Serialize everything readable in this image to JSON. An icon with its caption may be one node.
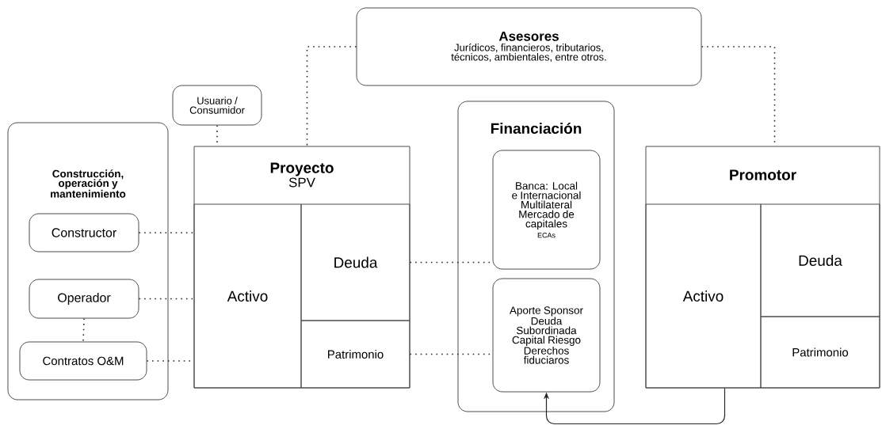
{
  "diagram": {
    "nodes": [
      {
        "text": [
          "Asesores",
          "Jurídicos, financieros, tributarios, técnicos, ambientales, entre otros."
        ]
      },
      {
        "text": [
          "Usuario / Consumidor"
        ]
      },
      {
        "text": [
          "Construcción, operación y mantenimiento"
        ]
      },
      {
        "text": [
          "Constructor"
        ],
        "in": 2
      },
      {
        "text": [
          "Operador"
        ],
        "in": 2
      },
      {
        "text": [
          "Contratos O&M"
        ],
        "in": 2
      },
      {
        "text": [
          "Proyecto",
          "SPV"
        ]
      },
      {
        "text": [
          "Activo"
        ],
        "in": 6
      },
      {
        "text": [
          "Deuda"
        ],
        "in": 6
      },
      {
        "text": [
          "Patrimonio"
        ],
        "in": 6
      },
      {
        "text": [
          "Financiación"
        ]
      },
      {
        "text": [
          "Banca: Local e Internacional Multilateral Mercado de capitales",
          "ECAs"
        ],
        "in": 10
      },
      {
        "text": [
          "Aporte Sponsor Deuda Subordinada Capital Riesgo Derechos fiduciaros"
        ],
        "in": 10
      },
      {
        "text": [
          "Promotor"
        ]
      },
      {
        "text": [
          "Activo"
        ],
        "in": 13
      },
      {
        "text": [
          "Deuda"
        ],
        "in": 13
      },
      {
        "text": [
          "Patrimonio"
        ],
        "in": 13
      }
    ],
    "edges": [
      {
        "from": 0,
        "to": 6,
        "arrow": "none",
        "style": "dashed"
      },
      {
        "from": 0,
        "to": 13,
        "arrow": "none",
        "style": "dashed"
      },
      {
        "from": 1,
        "to": 6,
        "arrow": "none",
        "style": "dashed"
      },
      {
        "from": 3,
        "to": 7,
        "arrow": "none",
        "style": "dashed"
      },
      {
        "from": 4,
        "to": 7,
        "arrow": "none",
        "style": "dashed"
      },
      {
        "from": 5,
        "to": 7,
        "arrow": "none",
        "style": "dashed"
      },
      {
        "from": 4,
        "to": 5,
        "arrow": "none",
        "style": "dashed"
      },
      {
        "from": 8,
        "to": 11,
        "arrow": "none",
        "style": "dashed"
      },
      {
        "from": 9,
        "to": 12,
        "arrow": "none",
        "style": "dashed"
      },
      {
        "from": 13,
        "to": 12,
        "arrow": "to"
      }
    ]
  }
}
